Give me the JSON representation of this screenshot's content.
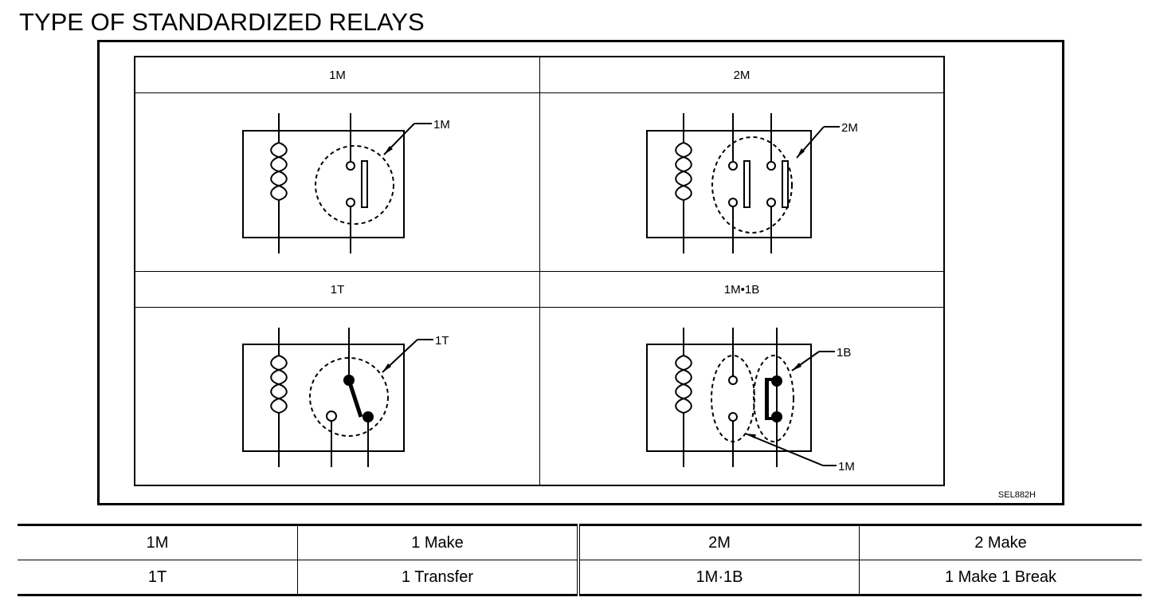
{
  "title": "TYPE OF STANDARDIZED RELAYS",
  "figure": {
    "panels": [
      {
        "header": "1M",
        "callouts": [
          "1M"
        ]
      },
      {
        "header": "2M",
        "callouts": [
          "2M"
        ]
      },
      {
        "header": "1T",
        "callouts": [
          "1T"
        ]
      },
      {
        "header": "1M•1B",
        "callouts": [
          "1B",
          "1M"
        ]
      }
    ],
    "code": "SEL882H"
  },
  "legend": {
    "rows": [
      {
        "code_a": "1M",
        "desc_a": "1 Make",
        "code_b": "2M",
        "desc_b": "2 Make"
      },
      {
        "code_a": "1T",
        "desc_a": "1 Transfer",
        "code_b": "1M·1B",
        "desc_b": "1 Make 1 Break"
      }
    ]
  }
}
